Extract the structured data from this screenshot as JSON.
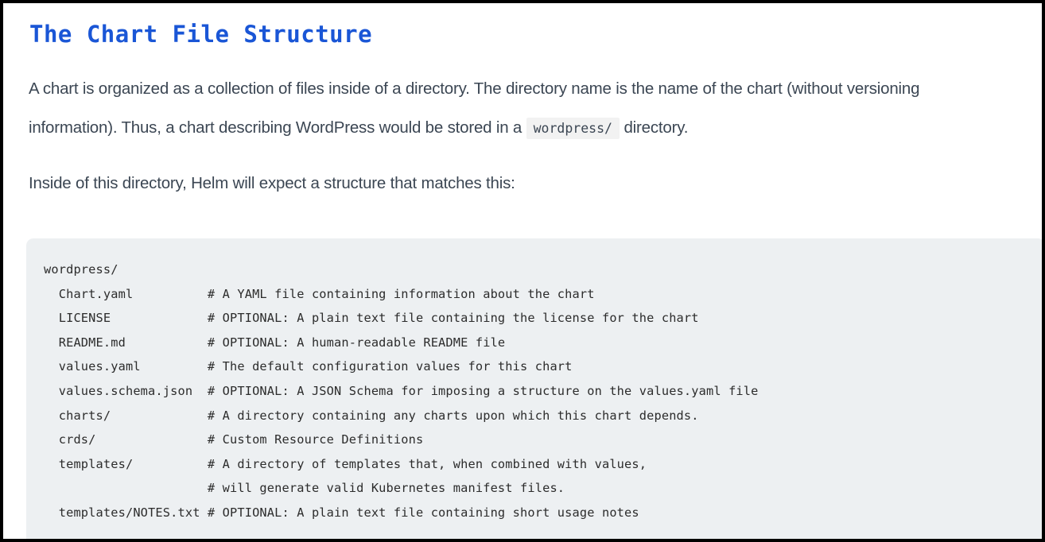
{
  "document": {
    "title": "The Chart File Structure",
    "paragraphs": [
      {
        "before_code": "A chart is organized as a collection of files inside of a directory. The directory name is the name of the chart (without versioning information). Thus, a chart describing WordPress would be stored in a ",
        "code": "wordpress/",
        "after_code": " directory."
      },
      {
        "text": "Inside of this directory, Helm will expect a structure that matches this:"
      }
    ],
    "code_block": {
      "language": "text",
      "lines": [
        "wordpress/",
        "  Chart.yaml          # A YAML file containing information about the chart",
        "  LICENSE             # OPTIONAL: A plain text file containing the license for the chart",
        "  README.md           # OPTIONAL: A human-readable README file",
        "  values.yaml         # The default configuration values for this chart",
        "  values.schema.json  # OPTIONAL: A JSON Schema for imposing a structure on the values.yaml file",
        "  charts/             # A directory containing any charts upon which this chart depends.",
        "  crds/               # Custom Resource Definitions",
        "  templates/          # A directory of templates that, when combined with values,",
        "                      # will generate valid Kubernetes manifest files.",
        "  templates/NOTES.txt # OPTIONAL: A plain text file containing short usage notes"
      ],
      "text": "wordpress/\n  Chart.yaml          # A YAML file containing information about the chart\n  LICENSE             # OPTIONAL: A plain text file containing the license for the chart\n  README.md           # OPTIONAL: A human-readable README file\n  values.yaml         # The default configuration values for this chart\n  values.schema.json  # OPTIONAL: A JSON Schema for imposing a structure on the values.yaml file\n  charts/             # A directory containing any charts upon which this chart depends.\n  crds/               # Custom Resource Definitions\n  templates/          # A directory of templates that, when combined with values,\n                      # will generate valid Kubernetes manifest files.\n  templates/NOTES.txt # OPTIONAL: A plain text file containing short usage notes"
    },
    "colors": {
      "heading": "#1a56d6",
      "body_text": "#3b4653",
      "code_background": "#edf0f2",
      "inline_code_background": "#f2f2f2",
      "page_border": "#000000"
    }
  }
}
